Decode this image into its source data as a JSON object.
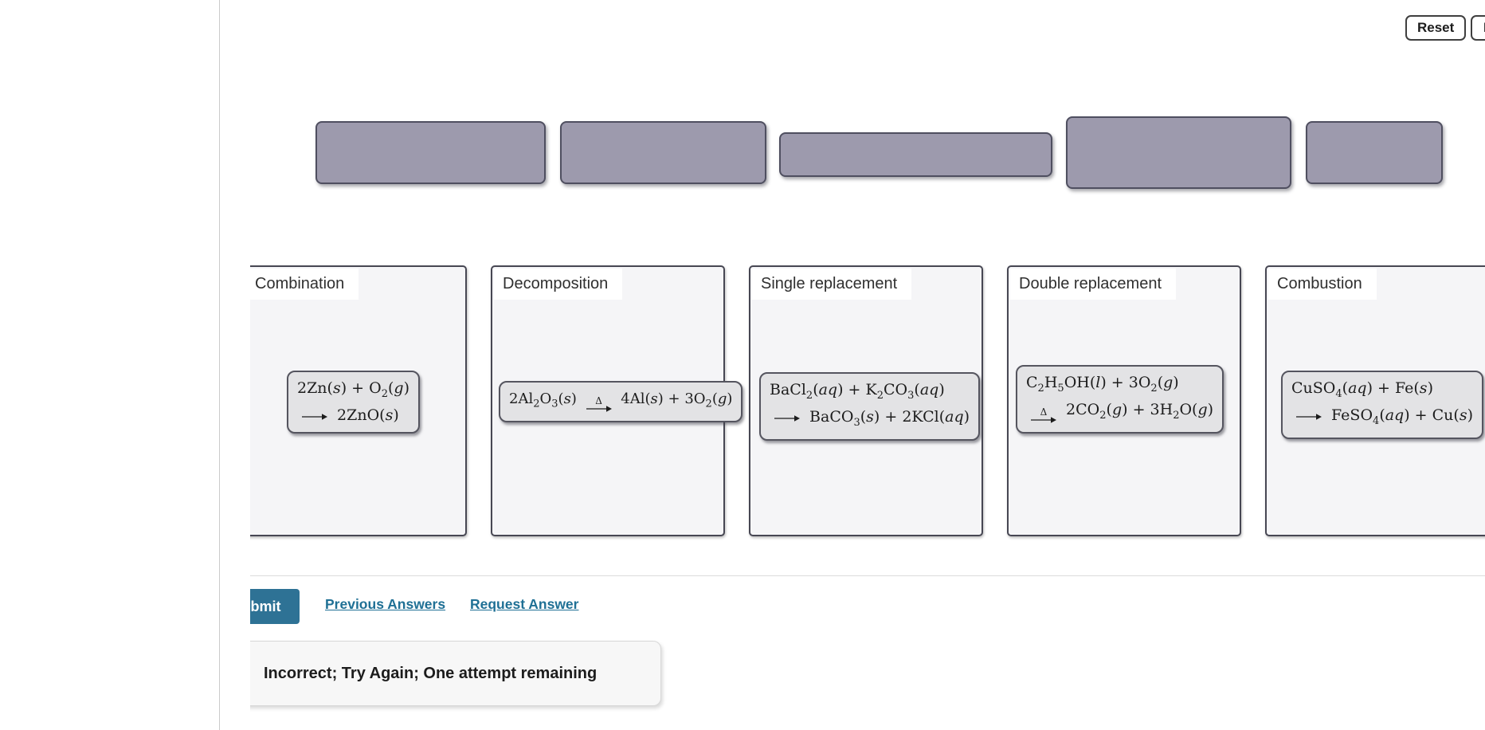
{
  "header": {
    "reset_label": "Reset",
    "help_label": "H"
  },
  "choice_tiles": [
    {
      "label": ""
    },
    {
      "label": ""
    },
    {
      "label": ""
    },
    {
      "label": ""
    },
    {
      "label": ""
    }
  ],
  "bins": [
    {
      "label": "Combination",
      "equation": {
        "lines": [
          [
            {
              "type": "text",
              "t": "2Zn("
            },
            {
              "type": "italic",
              "t": "s"
            },
            {
              "type": "text",
              "t": ") + O"
            },
            {
              "type": "sub",
              "t": "2"
            },
            {
              "type": "text",
              "t": "("
            },
            {
              "type": "italic",
              "t": "g"
            },
            {
              "type": "text",
              "t": ")"
            }
          ],
          [
            {
              "type": "arrow"
            },
            {
              "type": "text",
              "t": " 2ZnO("
            },
            {
              "type": "italic",
              "t": "s"
            },
            {
              "type": "text",
              "t": ")"
            }
          ]
        ]
      }
    },
    {
      "label": "Decomposition",
      "equation": {
        "lines": [
          [
            {
              "type": "text",
              "t": "2Al"
            },
            {
              "type": "sub",
              "t": "2"
            },
            {
              "type": "text",
              "t": "O"
            },
            {
              "type": "sub",
              "t": "3"
            },
            {
              "type": "text",
              "t": "("
            },
            {
              "type": "italic",
              "t": "s"
            },
            {
              "type": "text",
              "t": ") "
            },
            {
              "type": "delta-arrow"
            },
            {
              "type": "text",
              "t": " 4Al("
            },
            {
              "type": "italic",
              "t": "s"
            },
            {
              "type": "text",
              "t": ") + 3O"
            },
            {
              "type": "sub",
              "t": "2"
            },
            {
              "type": "text",
              "t": "("
            },
            {
              "type": "italic",
              "t": "g"
            },
            {
              "type": "text",
              "t": ")"
            }
          ]
        ]
      }
    },
    {
      "label": "Single replacement",
      "equation": {
        "lines": [
          [
            {
              "type": "text",
              "t": "BaCl"
            },
            {
              "type": "sub",
              "t": "2"
            },
            {
              "type": "text",
              "t": "("
            },
            {
              "type": "italic",
              "t": "aq"
            },
            {
              "type": "text",
              "t": ") + K"
            },
            {
              "type": "sub",
              "t": "2"
            },
            {
              "type": "text",
              "t": "CO"
            },
            {
              "type": "sub",
              "t": "3"
            },
            {
              "type": "text",
              "t": "("
            },
            {
              "type": "italic",
              "t": "aq"
            },
            {
              "type": "text",
              "t": ")"
            }
          ],
          [
            {
              "type": "arrow"
            },
            {
              "type": "text",
              "t": " BaCO"
            },
            {
              "type": "sub",
              "t": "3"
            },
            {
              "type": "text",
              "t": "("
            },
            {
              "type": "italic",
              "t": "s"
            },
            {
              "type": "text",
              "t": ") + 2KCl("
            },
            {
              "type": "italic",
              "t": "aq"
            },
            {
              "type": "text",
              "t": ")"
            }
          ]
        ]
      }
    },
    {
      "label": "Double replacement",
      "equation": {
        "lines": [
          [
            {
              "type": "text",
              "t": "C"
            },
            {
              "type": "sub",
              "t": "2"
            },
            {
              "type": "text",
              "t": "H"
            },
            {
              "type": "sub",
              "t": "5"
            },
            {
              "type": "text",
              "t": "OH("
            },
            {
              "type": "italic",
              "t": "l"
            },
            {
              "type": "text",
              "t": ") + 3O"
            },
            {
              "type": "sub",
              "t": "2"
            },
            {
              "type": "text",
              "t": "("
            },
            {
              "type": "italic",
              "t": "g"
            },
            {
              "type": "text",
              "t": ")"
            }
          ],
          [
            {
              "type": "delta-arrow"
            },
            {
              "type": "text",
              "t": " 2CO"
            },
            {
              "type": "sub",
              "t": "2"
            },
            {
              "type": "text",
              "t": "("
            },
            {
              "type": "italic",
              "t": "g"
            },
            {
              "type": "text",
              "t": ") + 3H"
            },
            {
              "type": "sub",
              "t": "2"
            },
            {
              "type": "text",
              "t": "O("
            },
            {
              "type": "italic",
              "t": "g"
            },
            {
              "type": "text",
              "t": ")"
            }
          ]
        ]
      }
    },
    {
      "label": "Combustion",
      "equation": {
        "lines": [
          [
            {
              "type": "text",
              "t": "CuSO"
            },
            {
              "type": "sub",
              "t": "4"
            },
            {
              "type": "text",
              "t": "("
            },
            {
              "type": "italic",
              "t": "aq"
            },
            {
              "type": "text",
              "t": ") + Fe("
            },
            {
              "type": "italic",
              "t": "s"
            },
            {
              "type": "text",
              "t": ")"
            }
          ],
          [
            {
              "type": "arrow"
            },
            {
              "type": "text",
              "t": " FeSO"
            },
            {
              "type": "sub",
              "t": "4"
            },
            {
              "type": "text",
              "t": "("
            },
            {
              "type": "italic",
              "t": "aq"
            },
            {
              "type": "text",
              "t": ") + Cu("
            },
            {
              "type": "italic",
              "t": "s"
            },
            {
              "type": "text",
              "t": ")"
            }
          ]
        ]
      }
    }
  ],
  "footer": {
    "submit_label": "Submit",
    "previous_answers_label": "Previous Answers",
    "request_answer_label": "Request Answer"
  },
  "feedback": {
    "message": "Incorrect; Try Again; One attempt remaining"
  },
  "colors": {
    "tile_fill": "#9d9aad",
    "tile_border": "#4f4f60",
    "bin_fill": "#f5f5f7",
    "bin_border": "#474753",
    "equation_tile_fill": "#e3e3e5",
    "submit_teal": "#2e7295",
    "link_teal": "#1f7095",
    "divider_gray": "#cbcbcb"
  }
}
